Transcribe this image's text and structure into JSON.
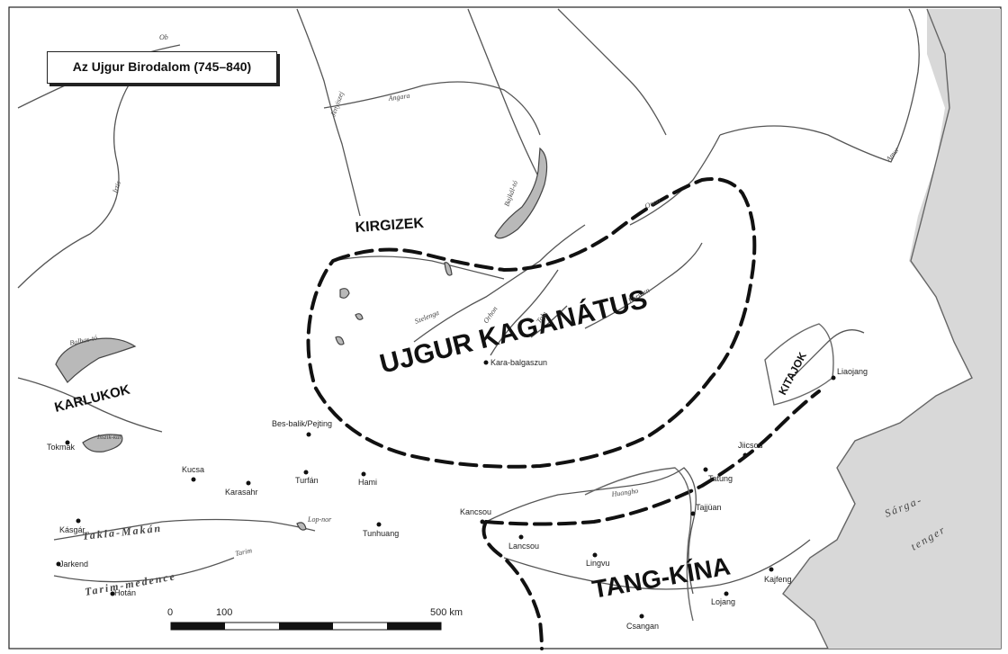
{
  "title": "Az Ujgur Birodalom (745–840)",
  "regions": {
    "ujgur": "UJGUR KAGANÁTUS",
    "kirgizek": "KIRGIZEK",
    "karlukok": "KARLUKOK",
    "kitajok": "KITAJOK",
    "tang": "TANG-KÍNA",
    "tarim": "Tarim-medence",
    "takla": "Takla-Makán",
    "sarga": "Sárga-",
    "tenger": "tenger"
  },
  "cities": {
    "kara_balgaszun": "Kara-balgaszun",
    "bes_balik": "Bes-balik/Pejting",
    "tokmak": "Tokmak",
    "kucsa": "Kucsa",
    "karasahr": "Karasahr",
    "turfan": "Turfán",
    "hami": "Hami",
    "tunhuang": "Tunhuang",
    "kasgar": "Kásgár",
    "jarkend": "Jarkend",
    "hotan": "Hotán",
    "kancsou": "Kancsou",
    "lancsou": "Lancsou",
    "lingvu": "Lingvu",
    "liaojang": "Liaojang",
    "jiicsou": "Jiicsou",
    "tajtung": "Tatung",
    "tajjuan": "Tajjüan",
    "lojang": "Lojang",
    "kajfeng": "Kajfeng",
    "csangan": "Csangan"
  },
  "rivers": {
    "ob": "Ob",
    "jenyiszej": "Jenyiszej",
    "angara": "Angara",
    "irtis": "Irtis",
    "bajkal": "Bajkál-tó",
    "onon": "Onon",
    "amur": "Amur",
    "szelenga": "Szelenga",
    "orhon": "Orhon",
    "tola": "Tola",
    "kerulen": "Kerulen",
    "balhas": "Balhas-tó",
    "issik": "Isszik-kul",
    "lop": "Lop-nor",
    "tarim_r": "Tarim",
    "huangho": "Huangho"
  },
  "scale": {
    "label_0": "0",
    "label_100": "100",
    "label_500": "500 km"
  }
}
